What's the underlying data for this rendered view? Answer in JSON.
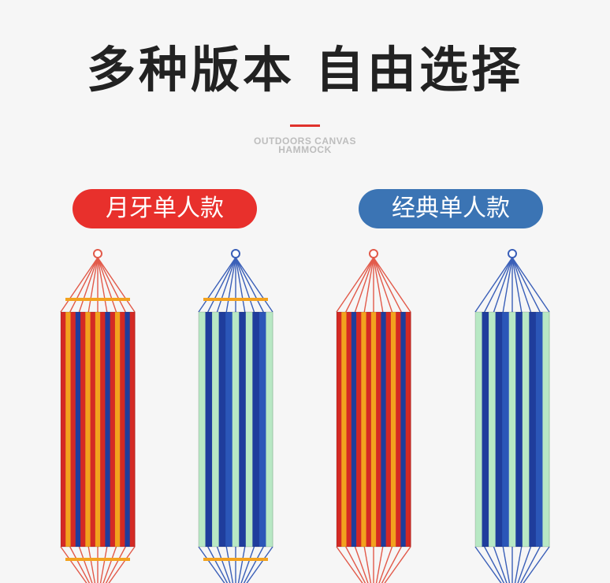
{
  "header": {
    "title_part1": "多种版本",
    "title_part2": "自由选择",
    "subtitle_line1": "OUTDOORS CANVAS",
    "subtitle_line2": "HAMMOCK"
  },
  "versions": [
    {
      "label": "月牙单人款"
    },
    {
      "label": "经典单人款"
    }
  ],
  "colors": {
    "accent_red": "#e0322c",
    "pill_red": "#e8302c",
    "pill_blue": "#3b74b4",
    "stripe_red": "#d42a24",
    "stripe_orange": "#f2a21e",
    "stripe_navy": "#1f3d9c",
    "stripe_light_green": "#b8e8c4",
    "rope_red": "#e25a4a",
    "rope_blue": "#3a5fb8"
  }
}
